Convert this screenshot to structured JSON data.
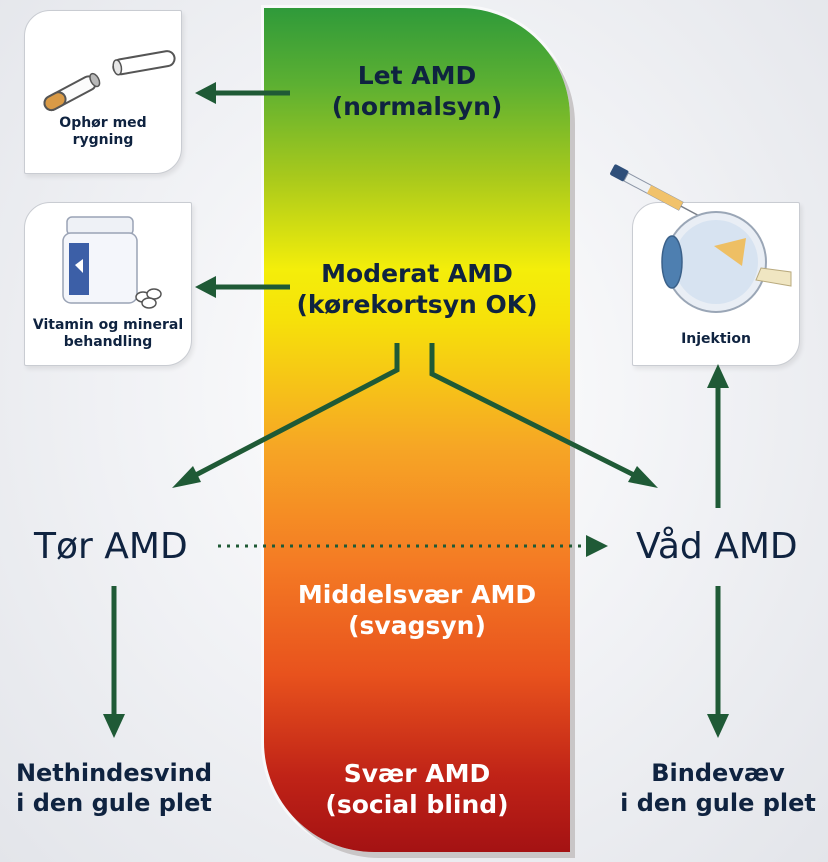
{
  "stages": {
    "mild": [
      "Let AMD",
      "(normalsyn)"
    ],
    "moderate": [
      "Moderat AMD",
      "(kørekortsyn OK)"
    ],
    "medium_severe": [
      "Middelsvær AMD",
      "(svagsyn)"
    ],
    "severe": [
      "Svær AMD",
      "(social blind)"
    ]
  },
  "cards": {
    "smoking": [
      "Ophør med",
      "rygning"
    ],
    "vitamin": [
      "Vitamin og mineral",
      "behandling"
    ],
    "injection": "Injektion"
  },
  "branches": {
    "dry": "Tør AMD",
    "wet": "Våd AMD"
  },
  "outcomes": {
    "dry": [
      "Nethindesvind",
      "i den gule plet"
    ],
    "wet": [
      "Bindevæv",
      "i den gule plet"
    ]
  },
  "colors": {
    "arrow": "#1f5a36",
    "text": "#0f2340",
    "bar_top": "#2f9a3a",
    "bar_middle": "#f4ee0a",
    "bar_bottom": "#a41213"
  }
}
